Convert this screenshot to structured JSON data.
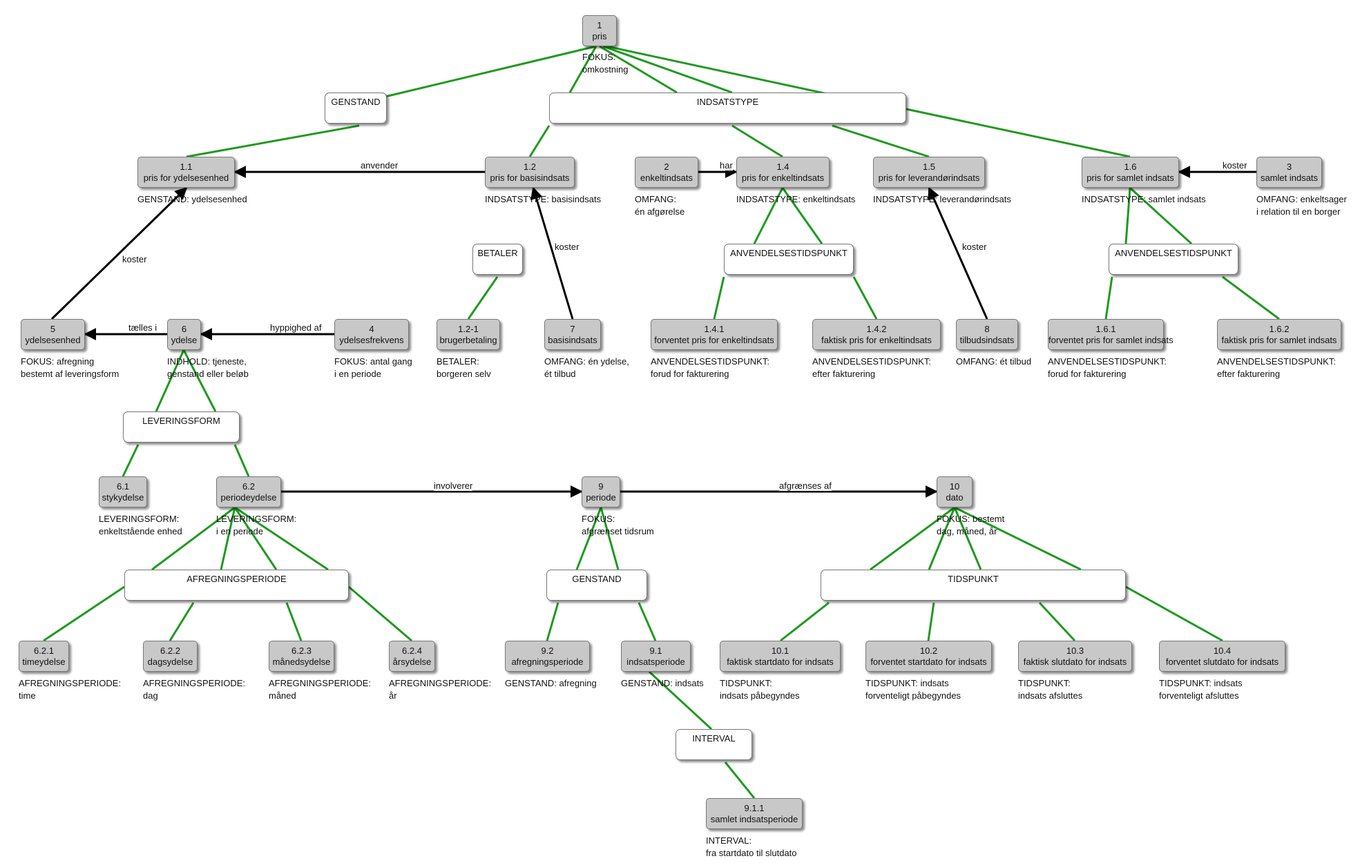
{
  "concepts": [
    {
      "id": "c1",
      "num": "1",
      "name": "pris"
    },
    {
      "id": "c11",
      "num": "1.1",
      "name": "pris for ydelsesenhed"
    },
    {
      "id": "c12",
      "num": "1.2",
      "name": "pris for basisindsats"
    },
    {
      "id": "c2",
      "num": "2",
      "name": "enkeltindsats"
    },
    {
      "id": "c14",
      "num": "1.4",
      "name": "pris for enkeltindsats"
    },
    {
      "id": "c15",
      "num": "1.5",
      "name": "pris for leverandørindsats"
    },
    {
      "id": "c16",
      "num": "1.6",
      "name": "pris for samlet indsats"
    },
    {
      "id": "c3",
      "num": "3",
      "name": "samlet indsats"
    },
    {
      "id": "c5",
      "num": "5",
      "name": "ydelsesenhed"
    },
    {
      "id": "c6",
      "num": "6",
      "name": "ydelse"
    },
    {
      "id": "c4",
      "num": "4",
      "name": "ydelsesfrekvens"
    },
    {
      "id": "c121",
      "num": "1.2-1",
      "name": "brugerbetaling"
    },
    {
      "id": "c7",
      "num": "7",
      "name": "basisindsats"
    },
    {
      "id": "c141",
      "num": "1.4.1",
      "name": "forventet pris for enkeltindsats"
    },
    {
      "id": "c142",
      "num": "1.4.2",
      "name": "faktisk pris for enkeltindsats"
    },
    {
      "id": "c8",
      "num": "8",
      "name": "tilbudsindsats"
    },
    {
      "id": "c161",
      "num": "1.6.1",
      "name": "forventet pris for samlet indsats"
    },
    {
      "id": "c162",
      "num": "1.6.2",
      "name": "faktisk pris for samlet indsats"
    },
    {
      "id": "c61",
      "num": "6.1",
      "name": "stykydelse"
    },
    {
      "id": "c62",
      "num": "6.2",
      "name": "periodeydelse"
    },
    {
      "id": "c9",
      "num": "9",
      "name": "periode"
    },
    {
      "id": "c10",
      "num": "10",
      "name": "dato"
    },
    {
      "id": "c621",
      "num": "6.2.1",
      "name": "timeydelse"
    },
    {
      "id": "c622",
      "num": "6.2.2",
      "name": "dagsydelse"
    },
    {
      "id": "c623",
      "num": "6.2.3",
      "name": "månedsydelse"
    },
    {
      "id": "c624",
      "num": "6.2.4",
      "name": "årsydelse"
    },
    {
      "id": "c92",
      "num": "9.2",
      "name": "afregningsperiode"
    },
    {
      "id": "c91",
      "num": "9.1",
      "name": "indsatsperiode"
    },
    {
      "id": "c101",
      "num": "10.1",
      "name": "faktisk startdato for indsats"
    },
    {
      "id": "c102",
      "num": "10.2",
      "name": "forventet startdato for indsats"
    },
    {
      "id": "c103",
      "num": "10.3",
      "name": "faktisk slutdato for indsats"
    },
    {
      "id": "c104",
      "num": "10.4",
      "name": "forventet slutdato for indsats"
    },
    {
      "id": "c911",
      "num": "9.1.1",
      "name": "samlet indsatsperiode"
    }
  ],
  "facets": [
    {
      "id": "f_genstand1",
      "label": "GENSTAND"
    },
    {
      "id": "f_indsatstype",
      "label": "INDSATSTYPE"
    },
    {
      "id": "f_betaler",
      "label": "BETALER"
    },
    {
      "id": "f_anv14",
      "label": "ANVENDELSESTIDSPUNKT"
    },
    {
      "id": "f_anv16",
      "label": "ANVENDELSESTIDSPUNKT"
    },
    {
      "id": "f_leveringsform",
      "label": "LEVERINGSFORM"
    },
    {
      "id": "f_afregningsperiode",
      "label": "AFREGNINGSPERIODE"
    },
    {
      "id": "f_genstand9",
      "label": "GENSTAND"
    },
    {
      "id": "f_tidspunkt",
      "label": "TIDSPUNKT"
    },
    {
      "id": "f_interval",
      "label": "INTERVAL"
    }
  ],
  "annotations": [
    {
      "id": "a1",
      "lines": [
        "FOKUS:",
        "omkostning"
      ]
    },
    {
      "id": "a11",
      "lines": [
        "GENSTAND: ydelsesenhed"
      ]
    },
    {
      "id": "a12",
      "lines": [
        "INDSATSTYPE: basisindsats"
      ]
    },
    {
      "id": "a2",
      "lines": [
        "OMFANG:",
        "én afgørelse"
      ]
    },
    {
      "id": "a14",
      "lines": [
        "INDSATSTYPE: enkeltindsats"
      ]
    },
    {
      "id": "a15",
      "lines": [
        "INDSATSTYPE: leverandørindsats"
      ]
    },
    {
      "id": "a16",
      "lines": [
        "INDSATSTYPE: samlet indsats"
      ]
    },
    {
      "id": "a3",
      "lines": [
        "OMFANG: enkeltsager",
        "i relation til en borger"
      ]
    },
    {
      "id": "a5",
      "lines": [
        "FOKUS: afregning",
        "bestemt af leveringsform"
      ]
    },
    {
      "id": "a6",
      "lines": [
        "INDHOLD: tjeneste,",
        "genstand eller beløb"
      ]
    },
    {
      "id": "a4",
      "lines": [
        "FOKUS: antal gang",
        "i en periode"
      ]
    },
    {
      "id": "a121",
      "lines": [
        "BETALER:",
        "borgeren selv"
      ]
    },
    {
      "id": "a7",
      "lines": [
        "OMFANG: én ydelse,",
        "ét tilbud"
      ]
    },
    {
      "id": "a141",
      "lines": [
        "ANVENDELSESTIDSPUNKT:",
        "forud for fakturering"
      ]
    },
    {
      "id": "a142",
      "lines": [
        "ANVENDELSESTIDSPUNKT:",
        "efter fakturering"
      ]
    },
    {
      "id": "a8",
      "lines": [
        "OMFANG: ét tilbud"
      ]
    },
    {
      "id": "a161",
      "lines": [
        "ANVENDELSESTIDSPUNKT:",
        "forud for fakturering"
      ]
    },
    {
      "id": "a162",
      "lines": [
        "ANVENDELSESTIDSPUNKT:",
        "efter fakturering"
      ]
    },
    {
      "id": "a61",
      "lines": [
        "LEVERINGSFORM:",
        "enkeltstående enhed"
      ]
    },
    {
      "id": "a62",
      "lines": [
        "LEVERINGSFORM:",
        "i en periode"
      ]
    },
    {
      "id": "a9",
      "lines": [
        "FOKUS:",
        "afgrænset tidsrum"
      ]
    },
    {
      "id": "a10",
      "lines": [
        "FOKUS: bestemt",
        "dag, måned, år"
      ]
    },
    {
      "id": "a621",
      "lines": [
        "AFREGNINGSPERIODE:",
        "time"
      ]
    },
    {
      "id": "a622",
      "lines": [
        "AFREGNINGSPERIODE:",
        "dag"
      ]
    },
    {
      "id": "a623",
      "lines": [
        "AFREGNINGSPERIODE:",
        "måned"
      ]
    },
    {
      "id": "a624",
      "lines": [
        "AFREGNINGSPERIODE:",
        "år"
      ]
    },
    {
      "id": "a92",
      "lines": [
        "GENSTAND: afregning"
      ]
    },
    {
      "id": "a91",
      "lines": [
        "GENSTAND: indsats"
      ]
    },
    {
      "id": "a101",
      "lines": [
        "TIDSPUNKT:",
        "indsats påbegyndes"
      ]
    },
    {
      "id": "a102",
      "lines": [
        "TIDSPUNKT: indsats",
        "forventeligt påbegyndes"
      ]
    },
    {
      "id": "a103",
      "lines": [
        "TIDSPUNKT:",
        "indsats afsluttes"
      ]
    },
    {
      "id": "a104",
      "lines": [
        "TIDSPUNKT: indsats",
        "forventeligt afsluttes"
      ]
    },
    {
      "id": "a911",
      "lines": [
        "INTERVAL:",
        "fra startdato til slutdato"
      ]
    }
  ],
  "relations": [
    {
      "id": "r_anvender",
      "label": "anvender"
    },
    {
      "id": "r_koster1",
      "label": "koster"
    },
    {
      "id": "r_koster7",
      "label": "koster"
    },
    {
      "id": "r_har",
      "label": "har"
    },
    {
      "id": "r_koster8",
      "label": "koster"
    },
    {
      "id": "r_koster3",
      "label": "koster"
    },
    {
      "id": "r_taelles",
      "label": "tælles i"
    },
    {
      "id": "r_hyppighed",
      "label": "hyppighed af"
    },
    {
      "id": "r_involverer",
      "label": "involverer"
    },
    {
      "id": "r_afgraenses",
      "label": "afgrænses af"
    }
  ],
  "colors": {
    "generalization_line": "#1e9a1e",
    "association_line": "#000000",
    "concept_fill": "#c8c8c8",
    "facet_fill": "#ffffff"
  }
}
